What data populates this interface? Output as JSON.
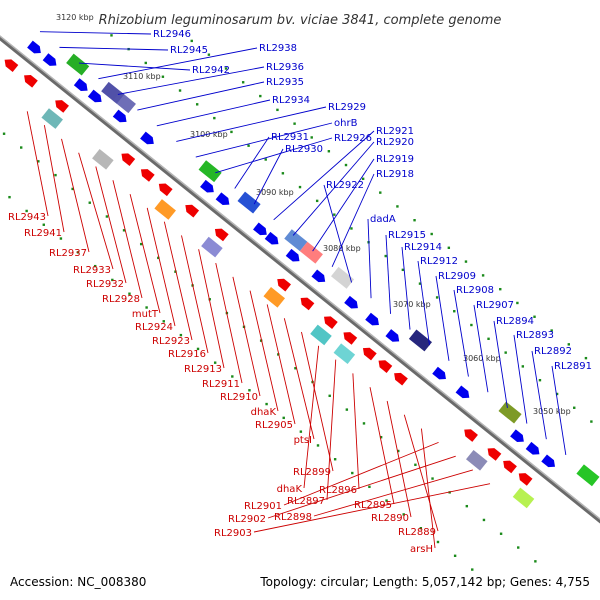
{
  "title": "Rhizobium leguminosarum bv. viciae 3841, complete genome",
  "footer": {
    "accession": "Accession: NC_008380",
    "topology": "Topology: circular; Length: 5,057,142 bp; Genes: 4,755"
  },
  "colors": {
    "forward_label": "#0000cc",
    "reverse_label": "#cc0000",
    "forward_gene": "#0000ee",
    "reverse_gene": "#ee0000",
    "tick": "#1a8a1a",
    "backbone": "#888888"
  },
  "kbp_marks": [
    "3120 kbp",
    "3110 kbp",
    "3100 kbp",
    "3090 kbp",
    "3080 kbp",
    "3070 kbp",
    "3060 kbp",
    "3050 kbp"
  ],
  "forward_labels": [
    "RL2946",
    "RL2945",
    "RL2942",
    "RL2938",
    "RL2936",
    "RL2935",
    "RL2934",
    "RL2929",
    "ohrB",
    "RL2926",
    "RL2931",
    "RL2930",
    "RL2921",
    "RL2920",
    "RL2919",
    "RL2918",
    "RL2922",
    "dadA",
    "RL2915",
    "RL2914",
    "RL2912",
    "RL2909",
    "RL2908",
    "RL2907",
    "RL2894",
    "RL2893",
    "RL2892",
    "RL2891"
  ],
  "reverse_labels": [
    "RL2943",
    "RL2941",
    "RL2937",
    "RL2933",
    "RL2932",
    "RL2928",
    "mutT",
    "RL2924",
    "RL2923",
    "RL2916",
    "RL2913",
    "RL2911",
    "RL2910",
    "dhaK",
    "RL2905",
    "ptsI",
    "RL2899",
    "dhaK",
    "RL2897",
    "RL2896",
    "RL2895",
    "RL2890",
    "RL2889",
    "arsH",
    "RL2901",
    "RL2902",
    "RL2898",
    "RL2903"
  ]
}
